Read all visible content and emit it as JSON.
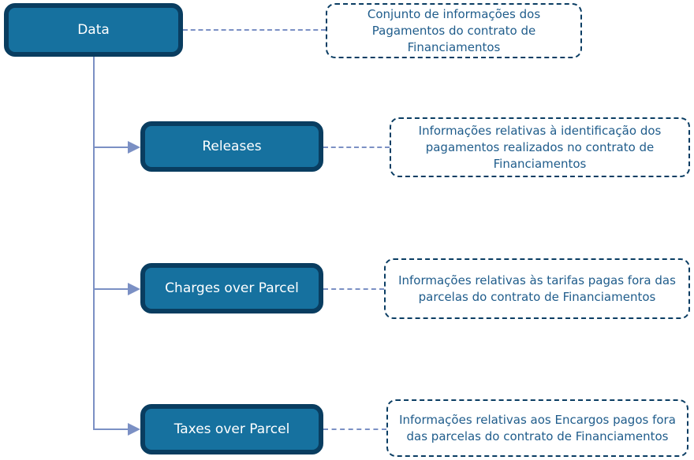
{
  "diagram": {
    "root": {
      "label": "Data",
      "description": "Conjunto de informações dos Pagamentos do contrato de Financiamentos"
    },
    "children": [
      {
        "label": "Releases",
        "description": "Informações relativas à identificação dos pagamentos realizados no contrato de Financiamentos"
      },
      {
        "label": "Charges over Parcel",
        "description": "Informações relativas às tarifas pagas fora das parcelas do contrato de Financiamentos"
      },
      {
        "label": "Taxes over Parcel",
        "description": "Informações relativas aos Encargos pagos fora das parcelas do contrato de Financiamentos"
      }
    ],
    "colors": {
      "node_fill": "#16719F",
      "node_border": "#093D60",
      "node_text": "#FFFFFF",
      "annotation_border": "#0A3D63",
      "annotation_text": "#1F5C8B",
      "connector": "#7B90C4",
      "background": "#FFFFFF"
    }
  }
}
